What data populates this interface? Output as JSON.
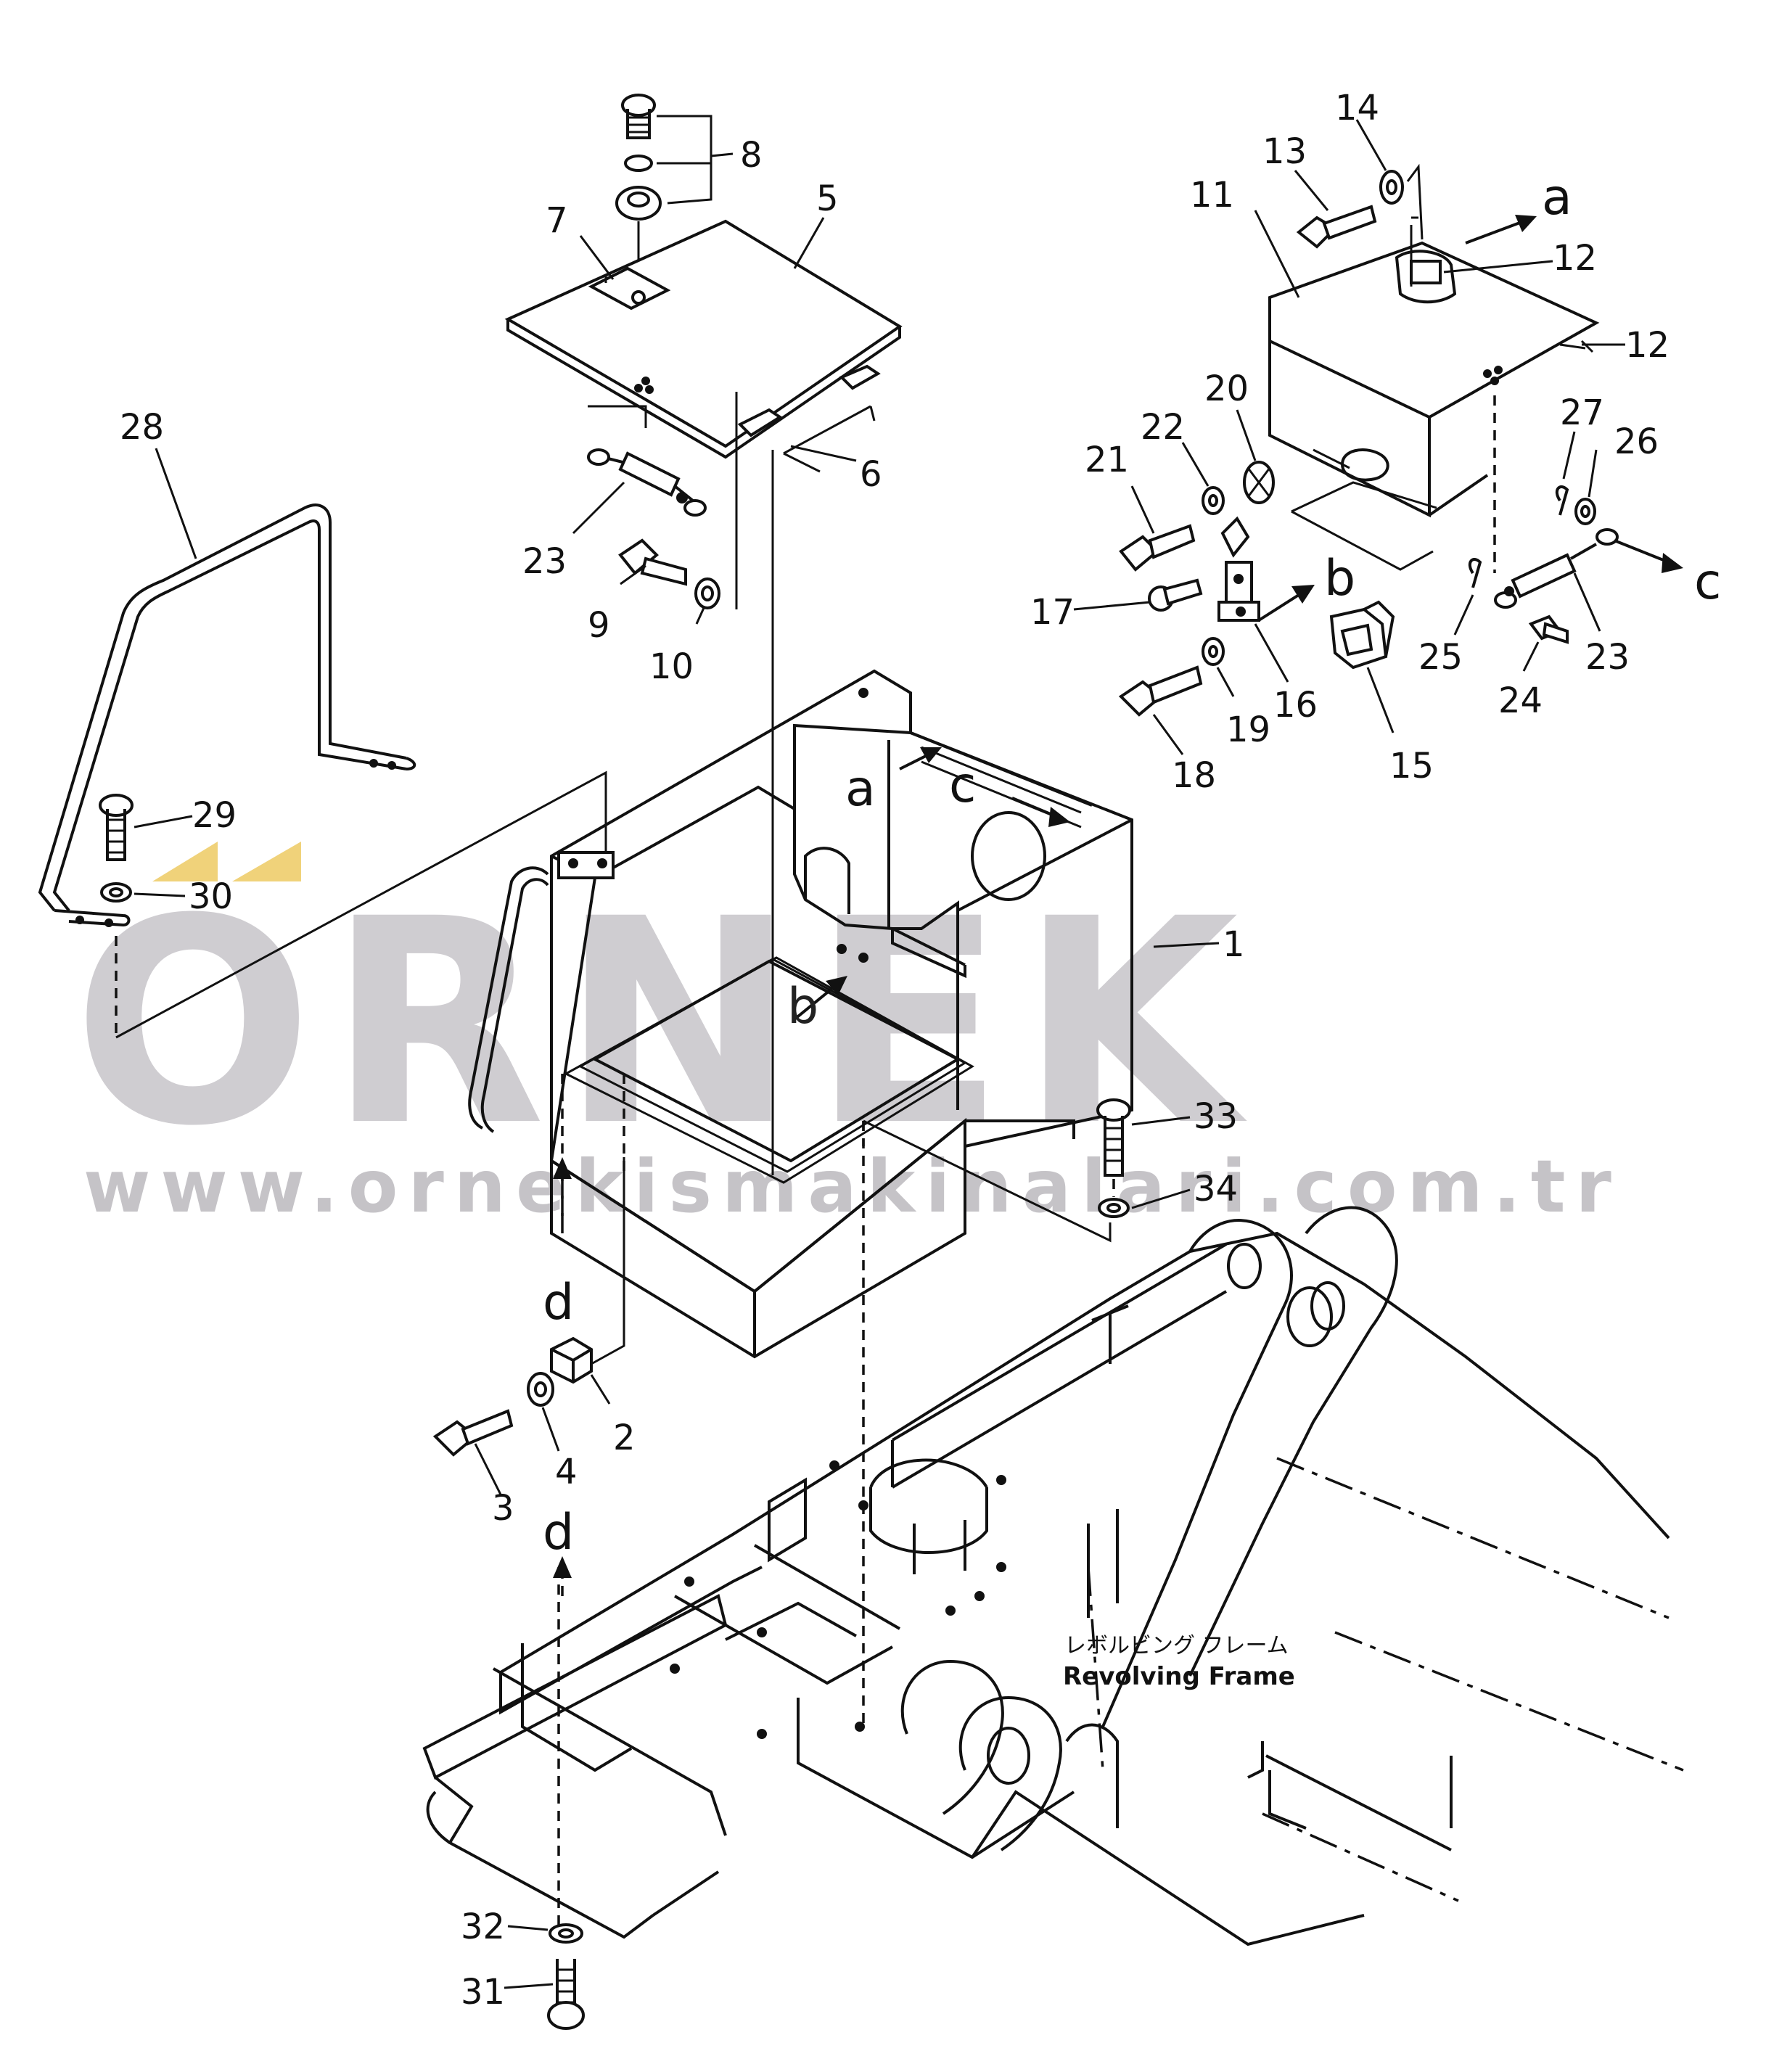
{
  "watermark": {
    "brand": "ORNEK",
    "url": "www.ornekismakinalari.com.tr"
  },
  "frame_label": {
    "japanese": "レボルビング フレーム",
    "english": "Revolving Frame"
  },
  "view_letters": [
    "a",
    "b",
    "c",
    "d"
  ],
  "part_numbers": [
    "1",
    "2",
    "3",
    "4",
    "5",
    "6",
    "7",
    "8",
    "9",
    "10",
    "11",
    "12",
    "13",
    "14",
    "15",
    "16",
    "17",
    "18",
    "19",
    "20",
    "21",
    "22",
    "23",
    "24",
    "25",
    "26",
    "27",
    "28",
    "29",
    "30",
    "31",
    "32",
    "33",
    "34"
  ],
  "colors": {
    "ink": "#111111",
    "watermark_text": "#cfcdd1",
    "watermark_accent": "#f0d27a"
  }
}
